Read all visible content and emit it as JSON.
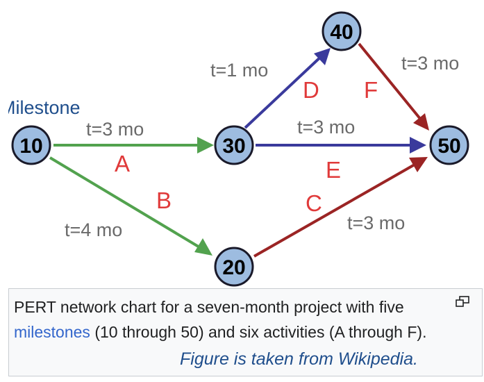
{
  "diagram": {
    "milestone_label": "Milestone",
    "nodes": {
      "n10": "10",
      "n20": "20",
      "n30": "30",
      "n40": "40",
      "n50": "50"
    },
    "activities": {
      "A": {
        "label": "A",
        "duration": "t=3 mo",
        "color": "#52a24e"
      },
      "B": {
        "label": "B",
        "duration": "t=4 mo",
        "color": "#52a24e"
      },
      "C": {
        "label": "C",
        "duration": "t=3 mo",
        "color": "#9b2424"
      },
      "D": {
        "label": "D",
        "duration": "t=1 mo",
        "color": "#3a3a9c"
      },
      "E": {
        "label": "E",
        "duration": "t=3 mo",
        "color": "#3a3a9c"
      },
      "F": {
        "label": "F",
        "duration": "t=3 mo",
        "color": "#9b2424"
      }
    },
    "node_fill": "#9dbce0"
  },
  "caption": {
    "text_before": "PERT network chart for a seven-month project with five ",
    "link": "milestones",
    "text_after": " (10 through 50) and six activities (A through F)."
  },
  "credit": "Figure is taken from Wikipedia."
}
